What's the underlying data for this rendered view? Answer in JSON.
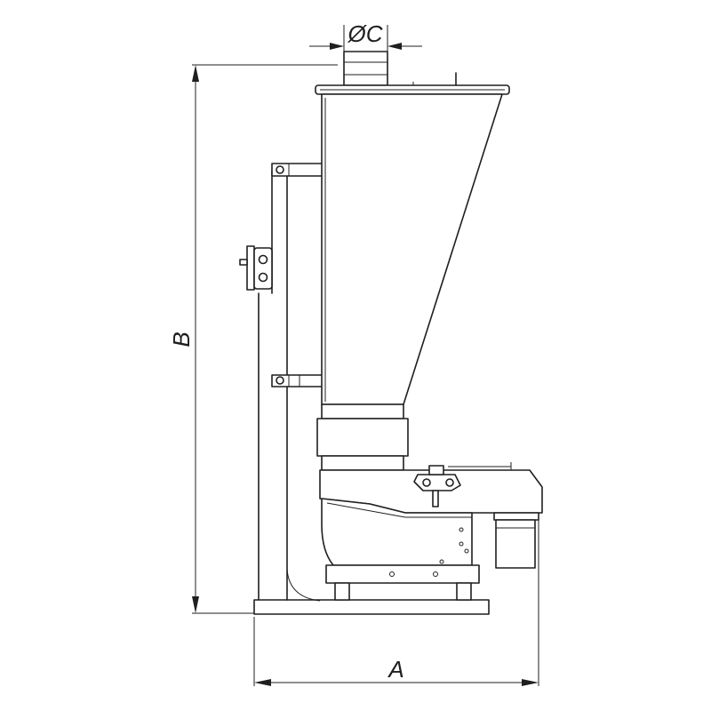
{
  "dimensions": {
    "width_label": "A",
    "height_label": "B",
    "diameter_label": "ØC"
  }
}
